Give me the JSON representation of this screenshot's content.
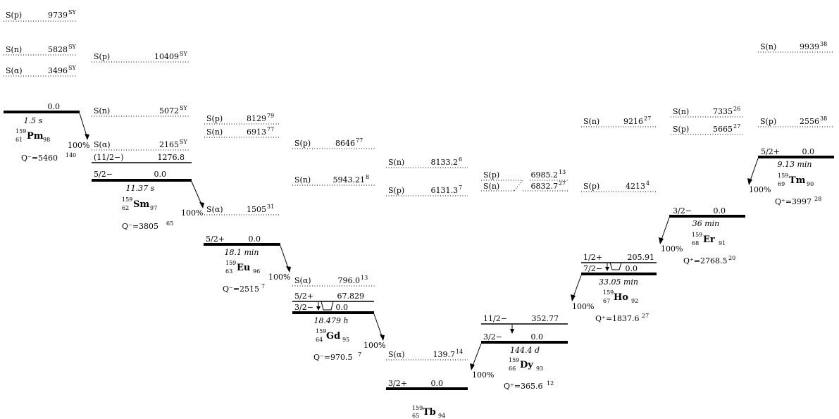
{
  "nuclides": [
    {
      "id": "pm",
      "A": "159",
      "Z": "61",
      "sym": "Pm",
      "N": "98",
      "halflife": "1.5 s",
      "gs": {
        "energy": "0.0",
        "spin": ""
      },
      "q": {
        "label": "Q⁻=5460",
        "sup": "140"
      },
      "branch": "100%",
      "separations": [
        {
          "label": "S(p)",
          "value": "9739",
          "sup": "SY"
        },
        {
          "label": "S(n)",
          "value": "5828",
          "sup": "SY"
        },
        {
          "label": "S(α)",
          "value": "3496",
          "sup": "SY"
        }
      ]
    },
    {
      "id": "sm",
      "A": "159",
      "Z": "62",
      "sym": "Sm",
      "N": "97",
      "halflife": "11.37 s",
      "gs": {
        "energy": "0.0",
        "spin": "5/2−"
      },
      "excited": [
        {
          "spin": "(11/2−)",
          "energy": "1276.8"
        }
      ],
      "q": {
        "label": "Q⁻=3805",
        "sup": "65"
      },
      "branch": "100%",
      "separations": [
        {
          "label": "S(p)",
          "value": "10409",
          "sup": "SY"
        },
        {
          "label": "S(n)",
          "value": "5072",
          "sup": "SY"
        },
        {
          "label": "S(α)",
          "value": "2165",
          "sup": "SY"
        }
      ]
    },
    {
      "id": "eu",
      "A": "159",
      "Z": "63",
      "sym": "Eu",
      "N": "96",
      "halflife": "18.1 min",
      "gs": {
        "energy": "0.0",
        "spin": "5/2+"
      },
      "q": {
        "label": "Q⁻=2515",
        "sup": "7"
      },
      "branch": "100%",
      "separations": [
        {
          "label": "S(p)",
          "value": "8129",
          "sup": "79"
        },
        {
          "label": "S(n)",
          "value": "6913",
          "sup": "77"
        },
        {
          "label": "S(α)",
          "value": "1505",
          "sup": "31"
        }
      ]
    },
    {
      "id": "gd",
      "A": "159",
      "Z": "64",
      "sym": "Gd",
      "N": "95",
      "halflife": "18.479 h",
      "gs": {
        "energy": "0.0",
        "spin": "3/2−"
      },
      "excited": [
        {
          "spin": "5/2+",
          "energy": "67.829"
        }
      ],
      "q": {
        "label": "Q⁻=970.5",
        "sup": "7"
      },
      "branch": "100%",
      "separations": [
        {
          "label": "S(p)",
          "value": "8646",
          "sup": "77"
        },
        {
          "label": "S(n)",
          "value": "5943.21",
          "sup": "8"
        },
        {
          "label": "S(α)",
          "value": "796.0",
          "sup": "13"
        }
      ]
    },
    {
      "id": "tb",
      "A": "159",
      "Z": "65",
      "sym": "Tb",
      "N": "94",
      "halflife": "",
      "gs": {
        "energy": "0.0",
        "spin": "3/2+"
      },
      "separations": [
        {
          "label": "S(n)",
          "value": "8133.2",
          "sup": "6"
        },
        {
          "label": "S(p)",
          "value": "6131.3",
          "sup": "7"
        },
        {
          "label": "S(α)",
          "value": "139.7",
          "sup": "14"
        }
      ]
    },
    {
      "id": "dy",
      "A": "159",
      "Z": "66",
      "sym": "Dy",
      "N": "93",
      "halflife": "144.4 d",
      "gs": {
        "energy": "0.0",
        "spin": "3/2−"
      },
      "excited": [
        {
          "spin": "11/2−",
          "energy": "352.77"
        }
      ],
      "q": {
        "label": "Q⁺=365.6",
        "sup": "12"
      },
      "branch": "100%",
      "separations": [
        {
          "label": "S(p)",
          "value": "6985.2",
          "sup": "13"
        },
        {
          "label": "S(n)",
          "value": "6832.7",
          "sup": "27"
        }
      ]
    },
    {
      "id": "ho",
      "A": "159",
      "Z": "67",
      "sym": "Ho",
      "N": "92",
      "halflife": "33.05 min",
      "gs": {
        "energy": "0.0",
        "spin": "7/2−"
      },
      "excited": [
        {
          "spin": "1/2+",
          "energy": "205.91"
        }
      ],
      "q": {
        "label": "Q⁺=1837.6",
        "sup": "27"
      },
      "branch": "100%",
      "separations": [
        {
          "label": "S(n)",
          "value": "9216",
          "sup": "27"
        },
        {
          "label": "S(p)",
          "value": "4213",
          "sup": "4"
        }
      ]
    },
    {
      "id": "er",
      "A": "159",
      "Z": "68",
      "sym": "Er",
      "N": "91",
      "halflife": "36 min",
      "gs": {
        "energy": "0.0",
        "spin": "3/2−"
      },
      "q": {
        "label": "Q⁺=2768.5",
        "sup": "20"
      },
      "branch": "100%",
      "separations": [
        {
          "label": "S(n)",
          "value": "7335",
          "sup": "26"
        },
        {
          "label": "S(p)",
          "value": "5665",
          "sup": "27"
        }
      ]
    },
    {
      "id": "tm",
      "A": "159",
      "Z": "69",
      "sym": "Tm",
      "N": "90",
      "halflife": "9.13 min",
      "gs": {
        "energy": "0.0",
        "spin": "5/2+"
      },
      "q": {
        "label": "Q⁺=3997",
        "sup": "28"
      },
      "branch": "100%",
      "separations": [
        {
          "label": "S(n)",
          "value": "9939",
          "sup": "38"
        },
        {
          "label": "S(p)",
          "value": "2556",
          "sup": "38"
        }
      ]
    }
  ]
}
